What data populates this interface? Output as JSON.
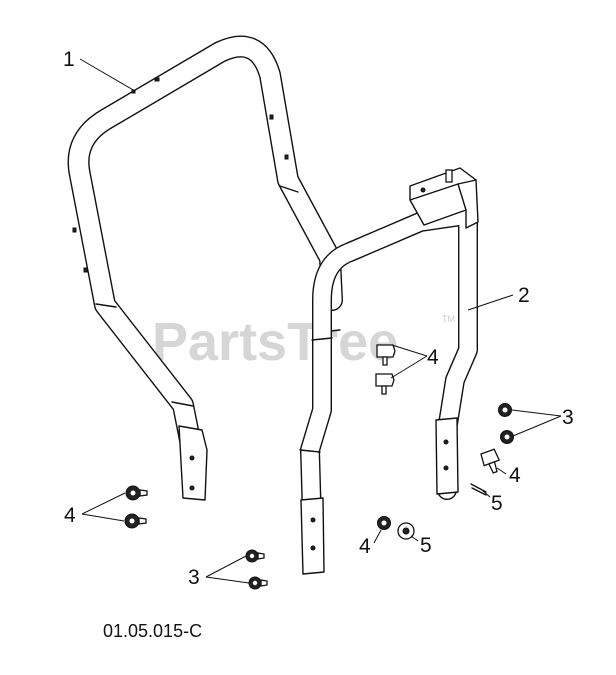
{
  "watermark": {
    "text": "PartsTree",
    "mark": "TM"
  },
  "figure_code": "01.05.015-C",
  "callouts": {
    "c1": "1",
    "c2": "2",
    "c3a": "3",
    "c3b": "3",
    "c4a": "4",
    "c4b": "4",
    "c4c": "4",
    "c4d": "4",
    "c5a": "5",
    "c5b": "5"
  }
}
